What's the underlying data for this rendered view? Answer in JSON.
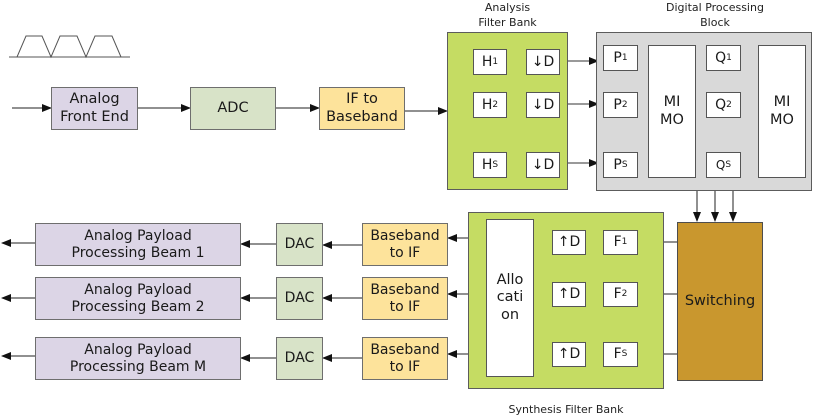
{
  "diagram": {
    "spectrum_icon": "trapezoid-spectrum-icon",
    "receive_chain": [
      {
        "id": "afe",
        "line1": "Analog",
        "line2": "Front End",
        "color": "#dcd5e6"
      },
      {
        "id": "adc",
        "label": "ADC",
        "color": "#d8e3c8"
      },
      {
        "id": "if2bb",
        "line1": "IF to",
        "line2": "Baseband",
        "color": "#fde39b"
      }
    ],
    "analysis_filter_bank": {
      "title_line1": "Analysis",
      "title_line2": "Filter Bank",
      "color": "#c5dc63",
      "filters": [
        {
          "name": "H",
          "sub": "1",
          "decimator": "↓D"
        },
        {
          "name": "H",
          "sub": "2",
          "decimator": "↓D"
        },
        {
          "name": "H",
          "sub": "S",
          "decimator": "↓D"
        }
      ]
    },
    "digital_processing_block": {
      "title_line1": "Digital Processing",
      "title_line2": "Block",
      "color": "#d9d9d9",
      "p_blocks": [
        {
          "name": "P",
          "sub": "1"
        },
        {
          "name": "P",
          "sub": "2"
        },
        {
          "name": "P",
          "sub": "S"
        }
      ],
      "q_blocks": [
        {
          "name": "Q",
          "sub": "1"
        },
        {
          "name": "Q",
          "sub": "2"
        },
        {
          "name": "Q",
          "sub": "S"
        }
      ],
      "mimo_1": {
        "line1": "MI",
        "line2": "MO"
      },
      "mimo_2": {
        "line1": "MI",
        "line2": "MO"
      }
    },
    "switching": {
      "label": "Switching",
      "color": "#c9972e"
    },
    "synthesis_filter_bank": {
      "title": "Synthesis Filter Bank",
      "color": "#c5dc63",
      "allocation": {
        "line1": "Allo",
        "line2": "cati",
        "line3": "on"
      },
      "filters": [
        {
          "interpolator": "↑D",
          "name": "F",
          "sub": "1"
        },
        {
          "interpolator": "↑D",
          "name": "F",
          "sub": "2"
        },
        {
          "interpolator": "↑D",
          "name": "F",
          "sub": "S"
        }
      ]
    },
    "transmit_chains": [
      {
        "bb2if_line1": "Baseband",
        "bb2if_line2": "to IF",
        "dac": "DAC",
        "payload_line1": "Analog Payload",
        "payload_line2": "Processing Beam 1"
      },
      {
        "bb2if_line1": "Baseband",
        "bb2if_line2": "to IF",
        "dac": "DAC",
        "payload_line1": "Analog Payload",
        "payload_line2": "Processing Beam 2"
      },
      {
        "bb2if_line1": "Baseband",
        "bb2if_line2": "to IF",
        "dac": "DAC",
        "payload_line1": "Analog Payload",
        "payload_line2": "Processing Beam M"
      }
    ]
  }
}
